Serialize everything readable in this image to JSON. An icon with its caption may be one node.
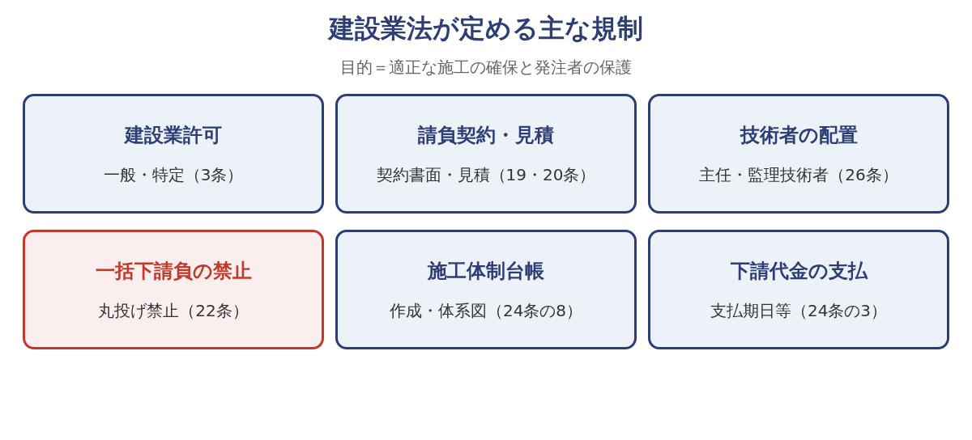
{
  "diagram": {
    "title": "建設業法が定める主な規制",
    "nodes": [
      {
        "text": [
          "建設業許可",
          "一般・特定（3条）"
        ]
      },
      {
        "text": [
          "請負契約・見積",
          "契約書面・見積（19・20条）"
        ]
      },
      {
        "text": [
          "技術者の配置",
          "主任・監理技術者（26条）"
        ]
      },
      {
        "text": [
          "一括下請負の禁止",
          "丸投げ禁止（22条）"
        ]
      },
      {
        "text": [
          "施工体制台帳",
          "作成・体系図（24条の8）"
        ]
      },
      {
        "text": [
          "下請代金の支払",
          "支払期日等（24条の3）"
        ]
      }
    ],
    "labels": [
      "目的＝適正な施工の確保と発注者の保護"
    ]
  }
}
